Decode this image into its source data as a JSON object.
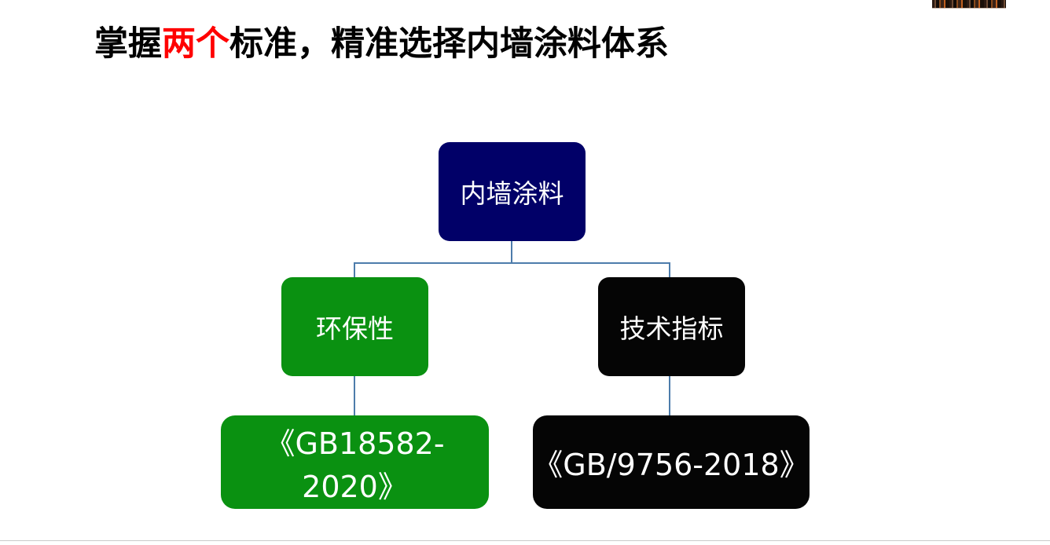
{
  "slide": {
    "title": {
      "prefix": "掌握",
      "highlight": "两个",
      "suffix": "标准，精准选择内墙涂料体系",
      "highlight_color": "#FF0000",
      "text_color": "#000000"
    },
    "background_color": "#FFFFFF"
  },
  "diagram": {
    "type": "tree",
    "connector_color": "#4D7CAB",
    "nodes": {
      "root": {
        "label": "内墙涂料",
        "fill": "#010068",
        "text_color": "#FFFFFF"
      },
      "branch_left": {
        "label": "环保性",
        "fill": "#0A9111",
        "text_color": "#FFFFFF"
      },
      "branch_right": {
        "label": "技术指标",
        "fill": "#050505",
        "text_color": "#FFFFFF"
      },
      "leaf_left": {
        "label": "《GB18582-2020》",
        "fill": "#0A9111",
        "text_color": "#FFFFFF"
      },
      "leaf_right": {
        "label": "《GB/9756-2018》",
        "fill": "#050505",
        "text_color": "#FFFFFF"
      }
    }
  },
  "artifacts": {
    "top_right_image_strip": "",
    "bottom_rule": ""
  }
}
